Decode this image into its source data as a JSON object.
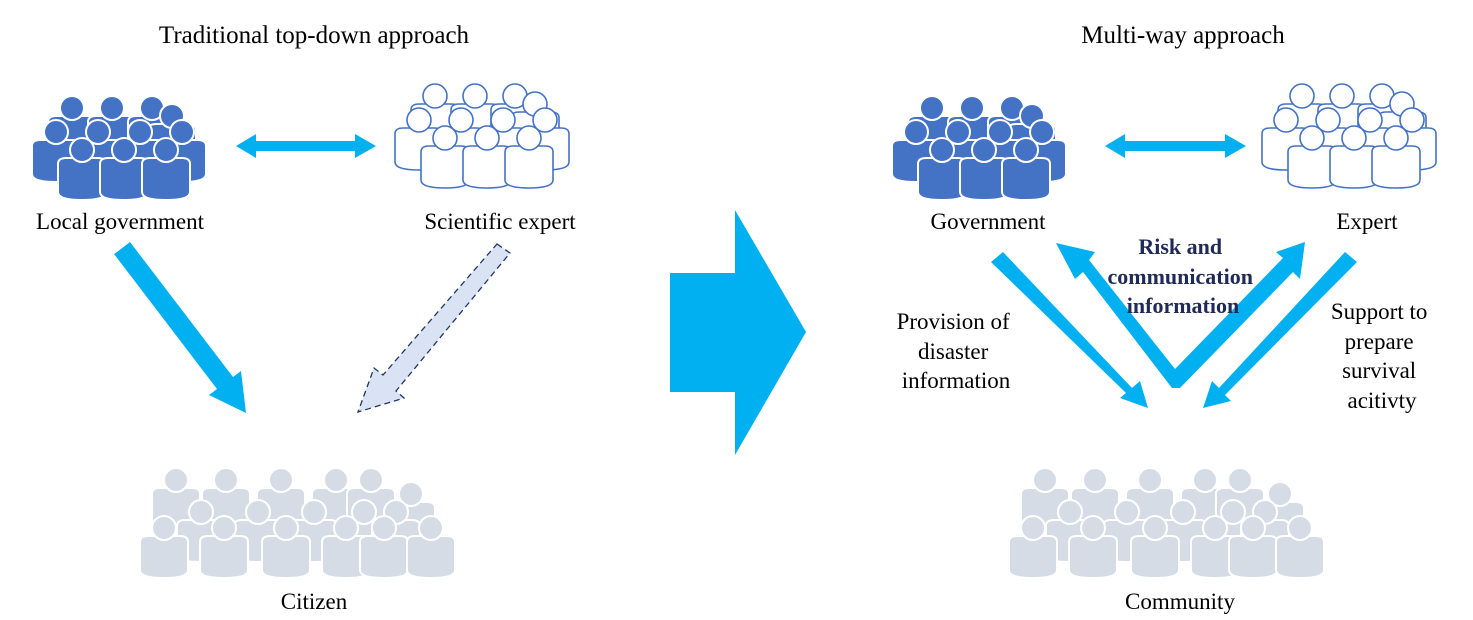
{
  "left": {
    "title": "Traditional top-down approach",
    "government_label": "Local government",
    "expert_label": "Scientific expert",
    "citizen_label": "Citizen"
  },
  "right": {
    "title": "Multi-way approach",
    "government_label": "Government",
    "expert_label": "Expert",
    "community_label": "Community",
    "center_label": [
      "Risk and",
      "communication",
      "information"
    ],
    "left_note": [
      "Provision of",
      "disaster",
      "information"
    ],
    "right_note": [
      "Support to",
      "prepare",
      "survival",
      "acitivty"
    ]
  },
  "colors": {
    "arrow": "#00b0f0",
    "gov_fill": "#4472c4",
    "expert_stroke": "#4472c4",
    "citizen_fill": "#d6dce5",
    "dashed_fill": "#dae3f3",
    "dashed_stroke": "#1f3864",
    "center_text": "#1f2a56"
  }
}
